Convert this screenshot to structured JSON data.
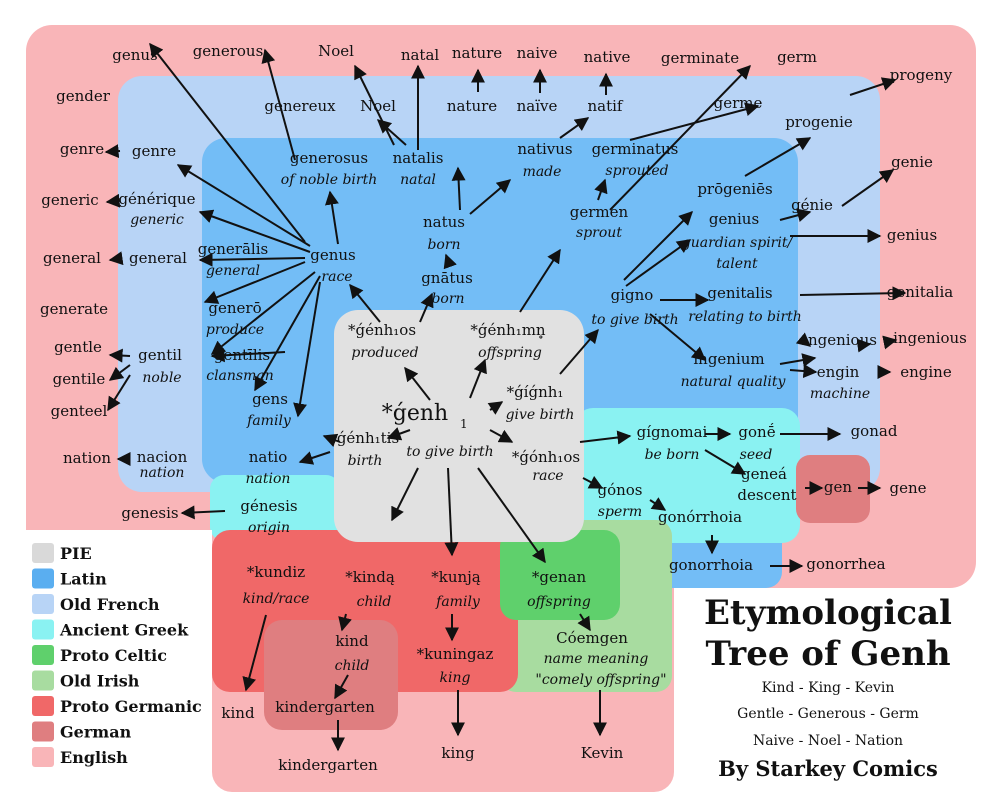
{
  "title": {
    "line1": "Etymological",
    "line2": "Tree of Genh",
    "sub1": "Kind - King - Kevin",
    "sub2": "Gentle - Generous - Germ",
    "sub3": "Naive - Noel - Nation",
    "author": "By Starkey Comics"
  },
  "legend": [
    {
      "label": "PIE",
      "color": "#d9d9d9"
    },
    {
      "label": "Latin",
      "color": "#5aaef0"
    },
    {
      "label": "Old French",
      "color": "#b8d4f6"
    },
    {
      "label": "Ancient Greek",
      "color": "#8af2f2"
    },
    {
      "label": "Proto Celtic",
      "color": "#5fd06c"
    },
    {
      "label": "Old Irish",
      "color": "#a8dca0"
    },
    {
      "label": "Proto Germanic",
      "color": "#f06868"
    },
    {
      "label": "German",
      "color": "#df7e80"
    },
    {
      "label": "English",
      "color": "#f9b5b8"
    }
  ],
  "regions": {
    "english": "#f9b5b8",
    "old_french": "#b8d4f6",
    "latin": "#73bdf6",
    "greek": "#8af2f2",
    "pie": "#e1e1e1",
    "proto_germanic": "#f06868",
    "german": "#df7e80",
    "proto_celtic": "#5fd06c",
    "old_irish": "#a8dca0"
  },
  "words": {
    "genh": "*ǵenh",
    "genh_sub": "1",
    "genh_gloss": "to give birth",
    "genhos": "*ǵénh₁os",
    "genhos_gloss": "produced",
    "genhmn": "*ǵénh₁mn̥",
    "genhmn_gloss": "offspring",
    "gignh": "*ǵíǵnh₁",
    "gignh_gloss": "give birth",
    "gonhos": "*ǵónh₁os",
    "gonhos_gloss": "race",
    "genhtis": "ǵénh₁tis",
    "genhtis_gloss": "birth",
    "gnatus": "gnātus",
    "gnatus_gloss": "born",
    "natus": "natus",
    "natus_gloss": "born",
    "genus_l": "genus",
    "genus_l_gloss": "race",
    "generosus": "generosus",
    "generosus_gloss": "of noble birth",
    "natalis_l": "natalis",
    "natalis_l_gloss": "natal",
    "nativus": "nativus",
    "nativus_gloss": "made",
    "germinatus": "germinatus",
    "germinatus_gloss": "sprouted",
    "germen": "germen",
    "germen_gloss": "sprout",
    "progenies": "prōgeniēs",
    "genius_l": "genius",
    "genius_l_gloss1": "guardian spirit/",
    "genius_l_gloss2": "talent",
    "gigno": "gigno",
    "gigno_gloss": "to give birth",
    "genitalis": "genitalis",
    "genitalis_gloss": "relating to birth",
    "ingenium": "ingenium",
    "ingenium_gloss": "natural quality",
    "generalis": "generālis",
    "generalis_gloss": "general",
    "genero": "generō",
    "genero_gloss": "produce",
    "gentilis": "gentīlis",
    "gentilis_gloss": "clansman",
    "gens": "gens",
    "gens_gloss": "family",
    "natio": "natio",
    "natio_gloss": "nation",
    "genesis_g": "génesis",
    "genesis_g_gloss": "origin",
    "gignomai": "gígnomai",
    "gignomai_gloss": "be born",
    "gone": "gonḗ",
    "gone_gloss": "seed",
    "genea": "geneá",
    "genea_gloss": "descent",
    "gonos": "gónos",
    "gonos_gloss": "sperm",
    "gonorrhoia_g": "gonórrhoia",
    "genereux": "genereux",
    "noel_f": "Noel",
    "nature_f": "nature",
    "naive_f": "naïve",
    "natif": "natif",
    "germe": "germe",
    "progenie": "progenie",
    "genie_f": "génie",
    "genre_f": "genre",
    "generique": "générique",
    "generique_gloss": "generic",
    "general_f": "general",
    "gentil": "gentil",
    "gentil_gloss": "noble",
    "nacion": "nacion",
    "nacion_gloss": "nation",
    "engenious": "engenious",
    "engin": "engin",
    "engin_gloss": "machine",
    "gonorrhoia_f": "gonorrhoia",
    "genus_e": "genus",
    "generous": "generous",
    "noel_e": "Noel",
    "natal": "natal",
    "nature_e": "nature",
    "naive_e": "naive",
    "native": "native",
    "germinate": "germinate",
    "germ": "germ",
    "progeny": "progeny",
    "gender": "gender",
    "genre_e": "genre",
    "generic": "generic",
    "general_e": "general",
    "generate": "generate",
    "gentle": "gentle",
    "gentile": "gentile",
    "genteel": "genteel",
    "nation": "nation",
    "genesis_e": "genesis",
    "genie_e": "genie",
    "genius_e": "genius",
    "genitalia": "genitalia",
    "ingenious": "ingenious",
    "engine": "engine",
    "gonad": "gonad",
    "gene": "gene",
    "gonorrhea": "gonorrhea",
    "gen": "gen",
    "kundiz": "*kundiz",
    "kundiz_gloss": "kind/race",
    "kindq": "*kindą",
    "kindq_gloss": "child",
    "kunjq": "*kunją",
    "kunjq_gloss": "family",
    "kuningaz": "*kuningaz",
    "kuningaz_gloss": "king",
    "kind_g": "kind",
    "kind_g_gloss": "child",
    "kindergarten_g": "kindergarten",
    "kind_e": "kind",
    "kindergarten_e": "kindergarten",
    "king": "king",
    "genan": "*genan",
    "genan_gloss": "offspring",
    "coemgen": "Cóemgen",
    "coemgen_gloss1": "name meaning",
    "coemgen_gloss2": "\"comely offspring\"",
    "kevin": "Kevin"
  }
}
